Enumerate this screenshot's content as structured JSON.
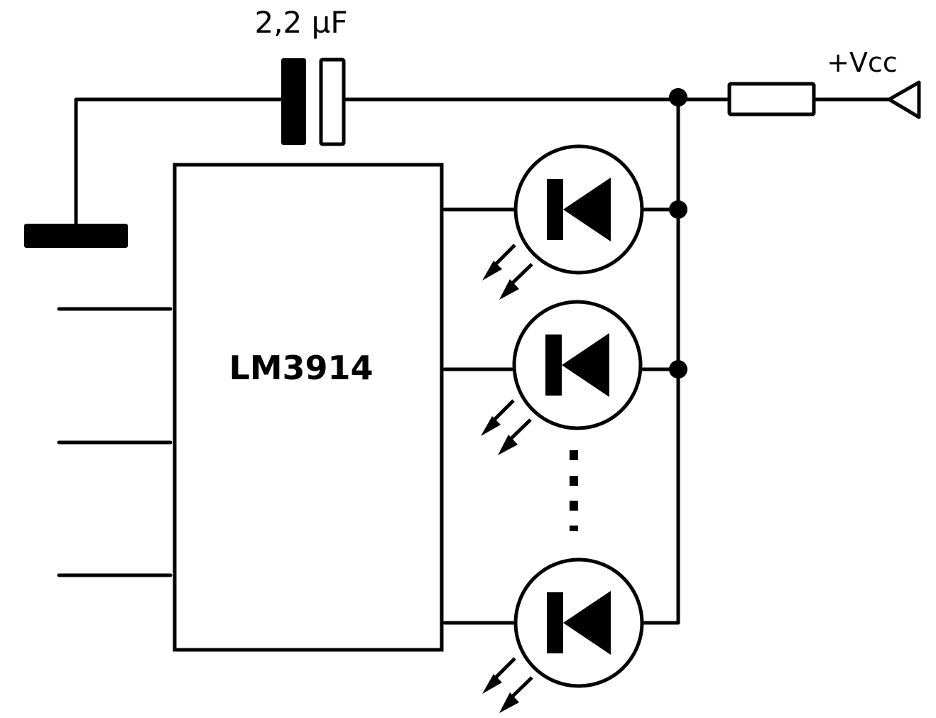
{
  "capacitor": {
    "label": "2,2 µF"
  },
  "supply": {
    "label": "+Vcc"
  },
  "ic": {
    "label": "LM3914"
  },
  "colors": {
    "line": "#000000",
    "background": "#ffffff"
  }
}
